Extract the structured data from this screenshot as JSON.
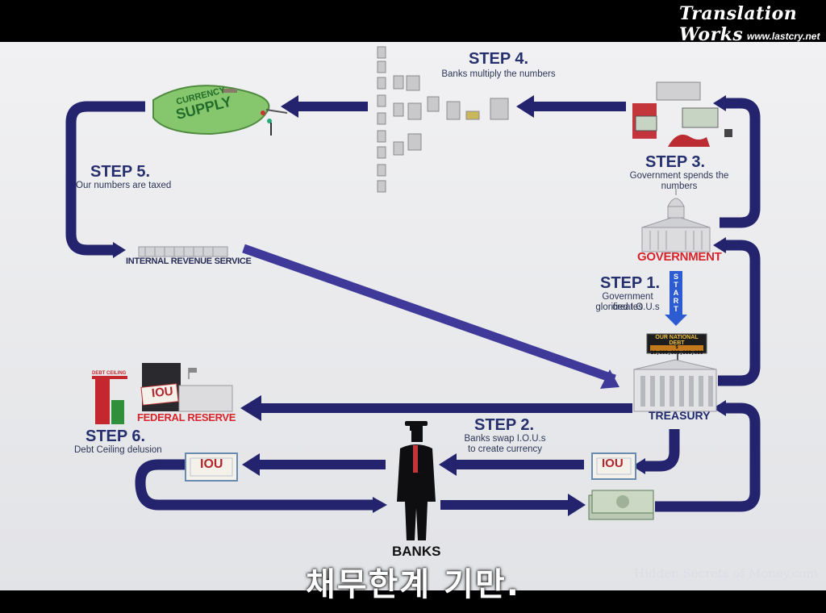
{
  "watermark": {
    "brand": "Translation Works",
    "url": "www.lastcry.net",
    "source": "Hidden Secrets of Money.com"
  },
  "subtitle": "채무한계 기만.",
  "steps": [
    {
      "title": "STEP 1.",
      "desc_line1": "Government creates",
      "desc_line2": "glorified I.O.U.s"
    },
    {
      "title": "STEP 2.",
      "desc_line1": "Banks swap I.O.U.s",
      "desc_line2": "to create currency"
    },
    {
      "title": "STEP 3.",
      "desc_line1": "Government spends the numbers"
    },
    {
      "title": "STEP 4.",
      "desc_line1": "Banks multiply the numbers"
    },
    {
      "title": "STEP 5.",
      "desc_line1": "Our numbers are taxed"
    },
    {
      "title": "STEP 6.",
      "desc_line1": "Debt Ceiling delusion"
    }
  ],
  "labels": {
    "government": "GOVERNMENT",
    "treasury": "TREASURY",
    "banks": "BANKS",
    "irs": "INTERNAL REVENUE SERVICE",
    "federal_reserve": "FEDERAL RESERVE",
    "currency_supply_line1": "CURRENCY",
    "currency_supply_line2": "SUPPLY",
    "start": "START",
    "national_debt": "OUR NATIONAL DEBT",
    "national_debt_digits": "$ 16,000,000,000,000",
    "debt_ceiling": "DEBT CEILING",
    "iou": "IOU"
  },
  "colors": {
    "arrow": "#24236e",
    "arrow_light": "#3f3a9a",
    "accent_red": "#d9232b",
    "panel_bg": "#e9eaec",
    "bill_green": "#8ab58a"
  }
}
